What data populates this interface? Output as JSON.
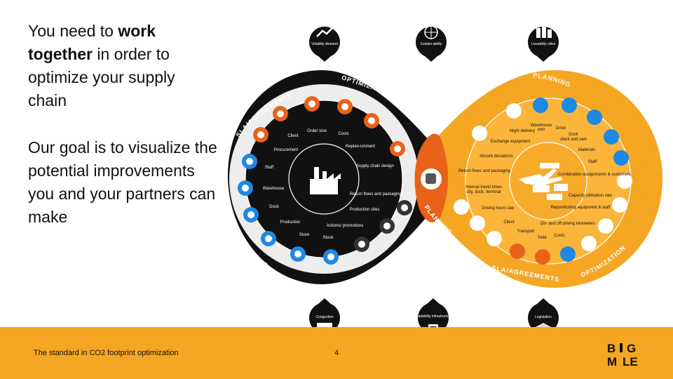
{
  "intro": {
    "line1_pre": "You need to ",
    "line1_bold": "work together",
    "line1_post": " in order to optimize your supply chain",
    "goal": "Our goal is to visualize the potential improvements you and your partners can make"
  },
  "footer": {
    "tagline": "The standard in CO2 footprint optimization",
    "page_number": "4",
    "logo_text": [
      "B",
      "G",
      "M",
      "LE"
    ]
  },
  "colors": {
    "orange": "#f5a623",
    "dark_orange": "#e8621a",
    "black": "#111111",
    "ring_light": "#ededed"
  },
  "left_loop": {
    "arc_top": "SLA/AGREEMENTS",
    "arc_top_right": "OPTIMIZATION",
    "arc_bottom": "PLANNING",
    "labels": [
      "Client",
      "Order size",
      "Costs",
      "Replen-ishment",
      "Procurement",
      "Supply chain design",
      "Staff",
      "Return flows and packaging",
      "Warehouse",
      "Production sites",
      "Dock",
      "Actions/ promotions",
      "Production",
      "Stock",
      "Store"
    ]
  },
  "right_loop": {
    "arc_top": "PLANNING",
    "arc_bottom_left": "PLANNING",
    "arc_bottom": "SLA/AGREEMENTS",
    "arc_bottom_right": "OPTIMIZATION",
    "labels": [
      "Warehouse",
      "own",
      "Night delivery",
      "Drive",
      "Exchange equipment",
      "Dock",
      "client and own",
      "Absorb deviations",
      "Materials",
      "Staff",
      "Return flows and packaging",
      "Combination assignments & customers",
      "Interval travel times",
      "city, dock, terminal",
      "Capacity utilisation rate",
      "Driving hours law",
      "Repositioning equipment & staff",
      "Client",
      "On- and off driving kilometers",
      "Transport",
      "Costs",
      "Yield"
    ]
  },
  "pins_top": [
    {
      "label": "Volatility demand",
      "icon": "chart-arrow-icon"
    },
    {
      "label": "Sustain-ability",
      "icon": "globe-icon"
    },
    {
      "label": "Liveability cities",
      "icon": "city-icon"
    }
  ],
  "pins_bottom": [
    {
      "label": "Congestion",
      "icon": "traffic-icon"
    },
    {
      "label": "Availability infrastructure",
      "icon": "door-icon"
    },
    {
      "label": "Legislation",
      "icon": "book-icon"
    }
  ]
}
